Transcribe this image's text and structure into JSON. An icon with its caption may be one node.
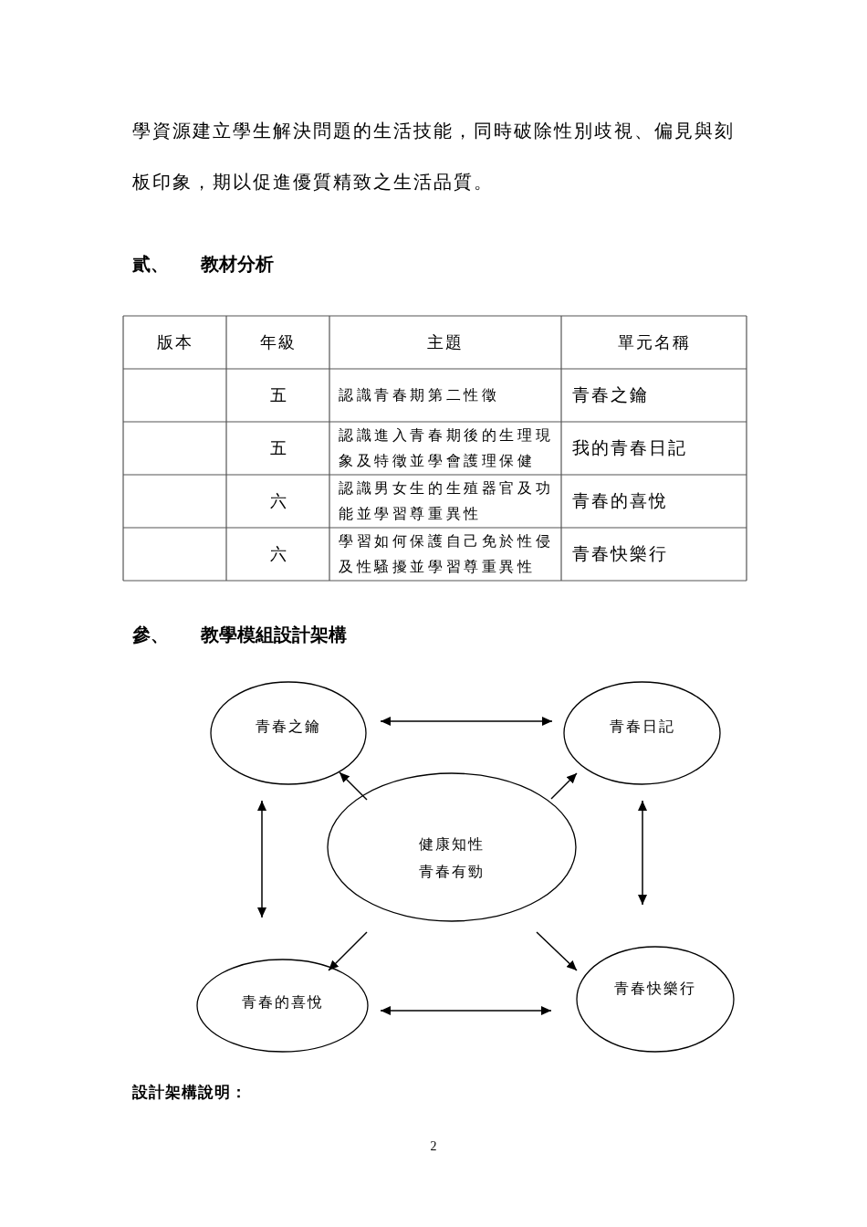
{
  "diagram": {
    "title": "參、 教學模組設計架構",
    "nodes": [
      {
        "text": [
          "青春之鑰"
        ]
      },
      {
        "text": [
          "青春日記"
        ]
      },
      {
        "text": [
          "健康知性",
          "青春有勁"
        ]
      },
      {
        "text": [
          "青春的喜悅"
        ]
      },
      {
        "text": [
          "青春快樂行"
        ]
      }
    ],
    "edges": [
      {
        "from": 2,
        "to": 0,
        "arrow": "to"
      },
      {
        "from": 2,
        "to": 1,
        "arrow": "to"
      },
      {
        "from": 2,
        "to": 3,
        "arrow": "to"
      },
      {
        "from": 2,
        "to": 4,
        "arrow": "to"
      },
      {
        "from": 0,
        "to": 1,
        "arrow": "both"
      },
      {
        "from": 0,
        "to": 3,
        "arrow": "both"
      },
      {
        "from": 1,
        "to": 4,
        "arrow": "both"
      },
      {
        "from": 3,
        "to": 4,
        "arrow": "both"
      }
    ],
    "labels": [
      "學資源建立學生解決問題的生活技能，同時破除性別歧視、偏見與刻板印象，期以促進優質精致之生活品質。",
      "貳、 教材分析",
      "版本",
      "年級",
      "主題",
      "單元名稱",
      "五",
      "認識青春期第二性徵",
      "青春之鑰",
      "五",
      "認識進入青春期後的生理現象及特徵並學會護理保健",
      "我的青春日記",
      "六",
      "認識男女生的生殖器官及功能並學習尊重異性",
      "青春的喜悅",
      "六",
      "學習如何保護自己免於性侵及性騷擾並學習尊重異性",
      "青春快樂行",
      "設計架構說明：",
      "2"
    ]
  }
}
